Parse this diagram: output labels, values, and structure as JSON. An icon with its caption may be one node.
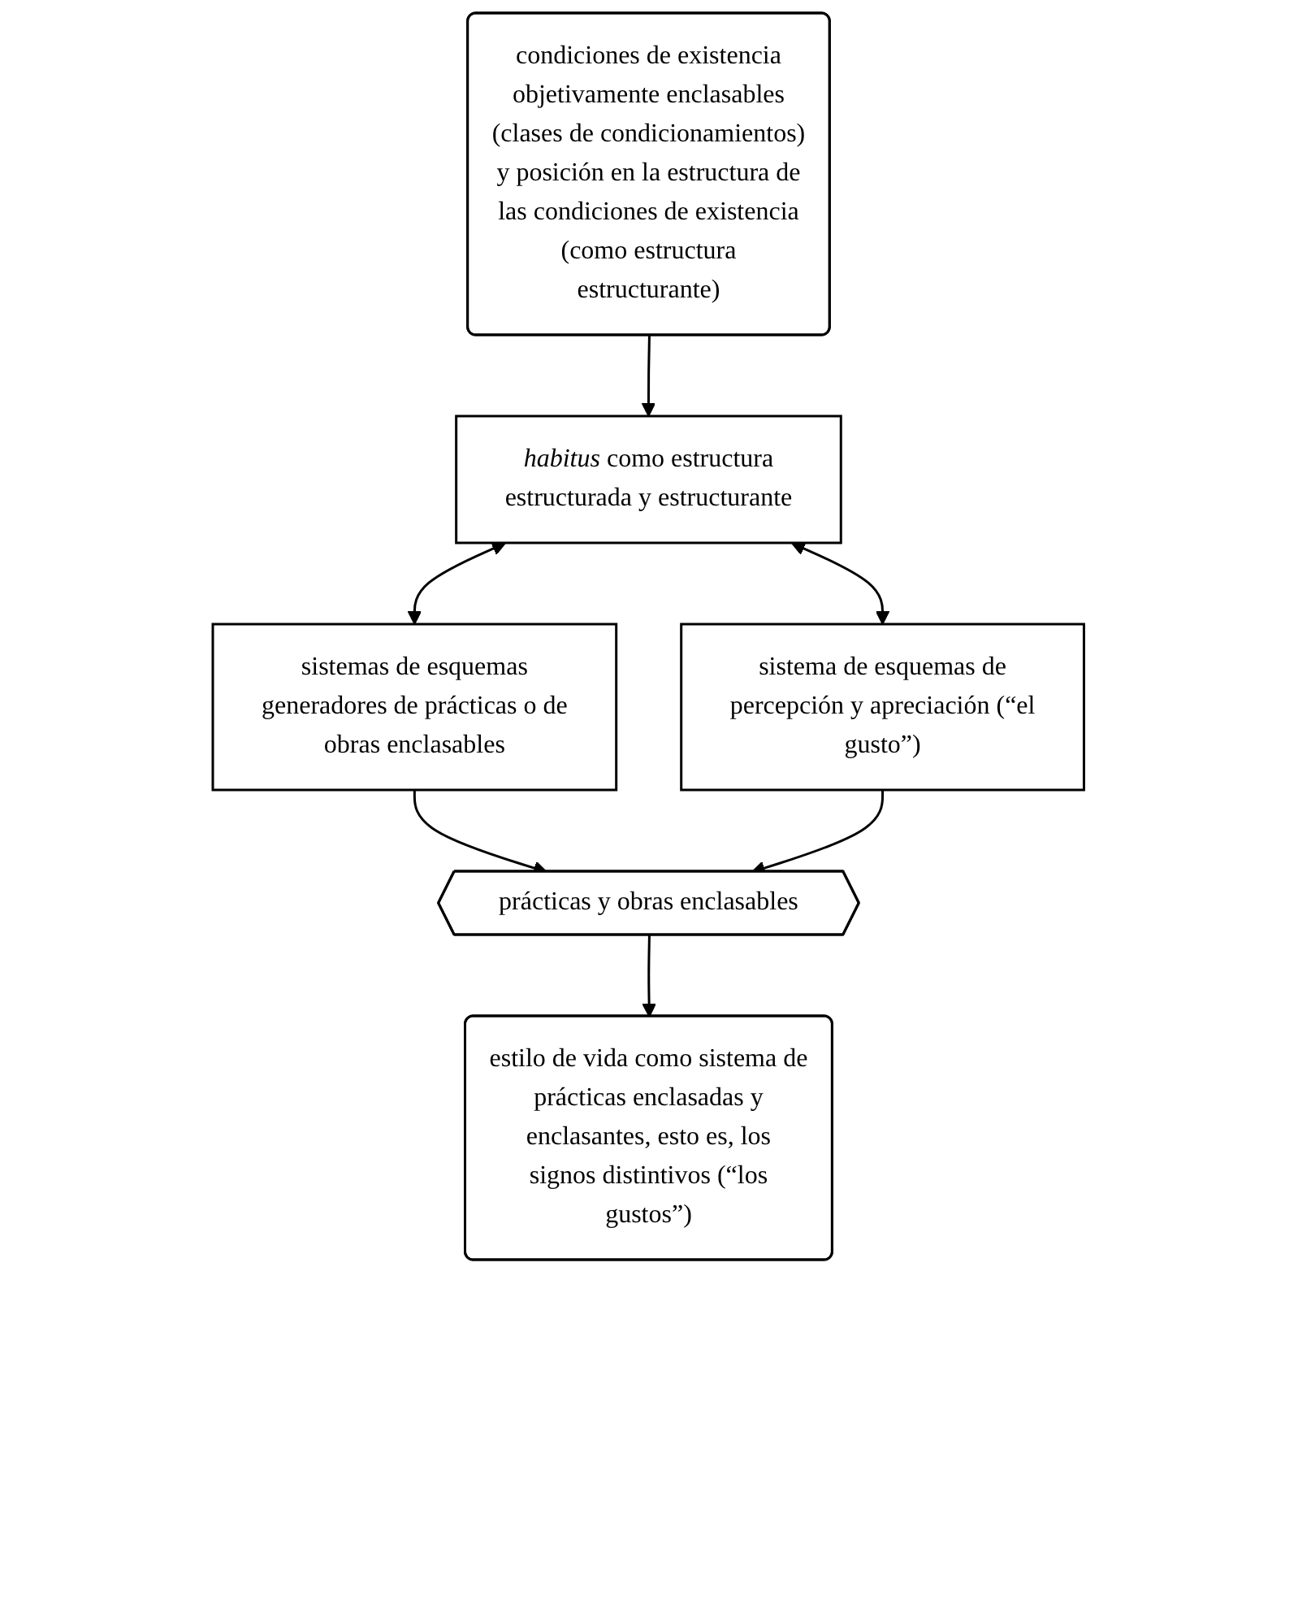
{
  "diagram": {
    "nodes": [
      {
        "text": [
          "condiciones de existencia objetivamente enclasables (clases de condicionamientos) y posición en la estructura de las condiciones de existencia (como estructura estructurante)"
        ]
      },
      {
        "text": [
          "*habitus* como estructura estructurada y estructurante"
        ]
      },
      {
        "text": [
          "sistemas de esquemas generadores de prácticas o de obras enclasables"
        ]
      },
      {
        "text": [
          "sistema de esquemas de percepción y apreciación (“el gusto”)"
        ]
      },
      {
        "text": [
          "prácticas y obras enclasables"
        ]
      },
      {
        "text": [
          "estilo de vida como sistema de prácticas enclasadas y enclasantes, esto es, los signos distintivos (“los gustos”)"
        ]
      }
    ],
    "edges": [
      {
        "from": 0,
        "to": 1,
        "arrow": "to"
      },
      {
        "from": 1,
        "to": 2,
        "arrow": "both"
      },
      {
        "from": 1,
        "to": 3,
        "arrow": "both"
      },
      {
        "from": 2,
        "to": 4,
        "arrow": "to"
      },
      {
        "from": 3,
        "to": 4,
        "arrow": "to"
      },
      {
        "from": 4,
        "to": 5,
        "arrow": "to"
      }
    ]
  }
}
